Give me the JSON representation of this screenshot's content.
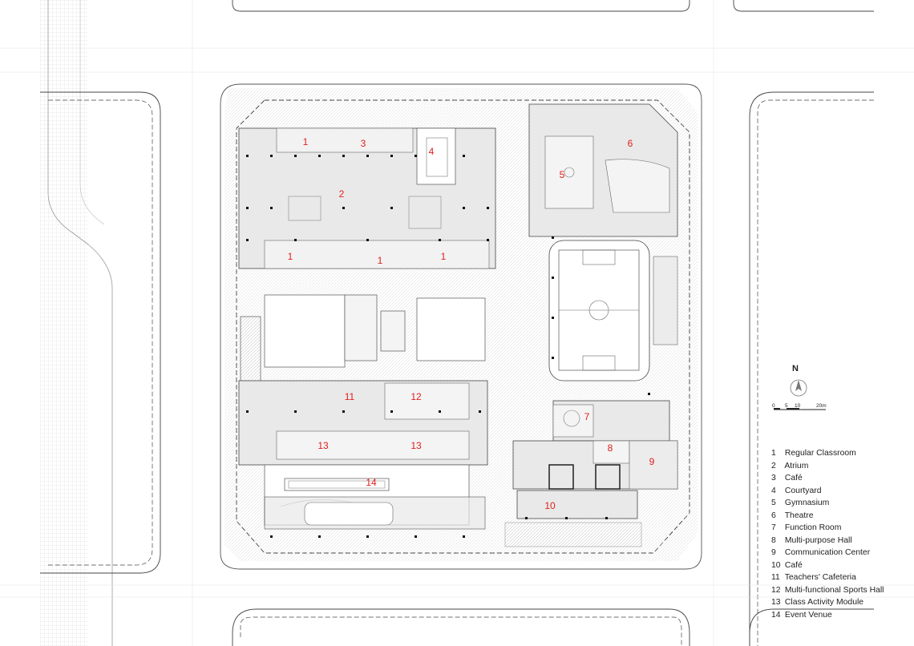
{
  "north_label": "N",
  "scale": {
    "ticks": [
      "0",
      "5",
      "10",
      "20m"
    ]
  },
  "plan_numbers": [
    {
      "label": "1",
      "room": "Regular Classroom"
    },
    {
      "label": "3",
      "room": "Café"
    },
    {
      "label": "4",
      "room": "Courtyard"
    },
    {
      "label": "2",
      "room": "Atrium"
    },
    {
      "label": "5",
      "room": "Gymnasium"
    },
    {
      "label": "6",
      "room": "Theatre"
    },
    {
      "label": "1",
      "room": "Regular Classroom"
    },
    {
      "label": "1",
      "room": "Regular Classroom"
    },
    {
      "label": "1",
      "room": "Regular Classroom"
    },
    {
      "label": "11",
      "room": "Teachers' Cafeteria"
    },
    {
      "label": "12",
      "room": "Multi-functional Sports Hall"
    },
    {
      "label": "7",
      "room": "Function Room"
    },
    {
      "label": "13",
      "room": "Class Activity Module"
    },
    {
      "label": "13",
      "room": "Class Activity Module"
    },
    {
      "label": "8",
      "room": "Multi-purpose Hall"
    },
    {
      "label": "9",
      "room": "Communication Center"
    },
    {
      "label": "14",
      "room": "Event Venue"
    },
    {
      "label": "10",
      "room": "Café"
    }
  ],
  "legend": [
    {
      "num": "1",
      "text": "Regular Classroom"
    },
    {
      "num": "2",
      "text": "Atrium"
    },
    {
      "num": "3",
      "text": "Café"
    },
    {
      "num": "4",
      "text": "Courtyard"
    },
    {
      "num": "5",
      "text": "Gymnasium"
    },
    {
      "num": "6",
      "text": "Theatre"
    },
    {
      "num": "7",
      "text": "Function Room"
    },
    {
      "num": "8",
      "text": "Multi-purpose Hall"
    },
    {
      "num": "9",
      "text": "Communication Center"
    },
    {
      "num": "10",
      "text": "Café"
    },
    {
      "num": "11",
      "text": "Teachers' Cafeteria"
    },
    {
      "num": "12",
      "text": "Multi-functional Sports Hall"
    },
    {
      "num": "13",
      "text": "Class Activity Module"
    },
    {
      "num": "14",
      "text": "Event Venue"
    }
  ],
  "colors": {
    "plan_fill": "#e9e9e9",
    "line": "#555555",
    "label": "#e0201c"
  }
}
